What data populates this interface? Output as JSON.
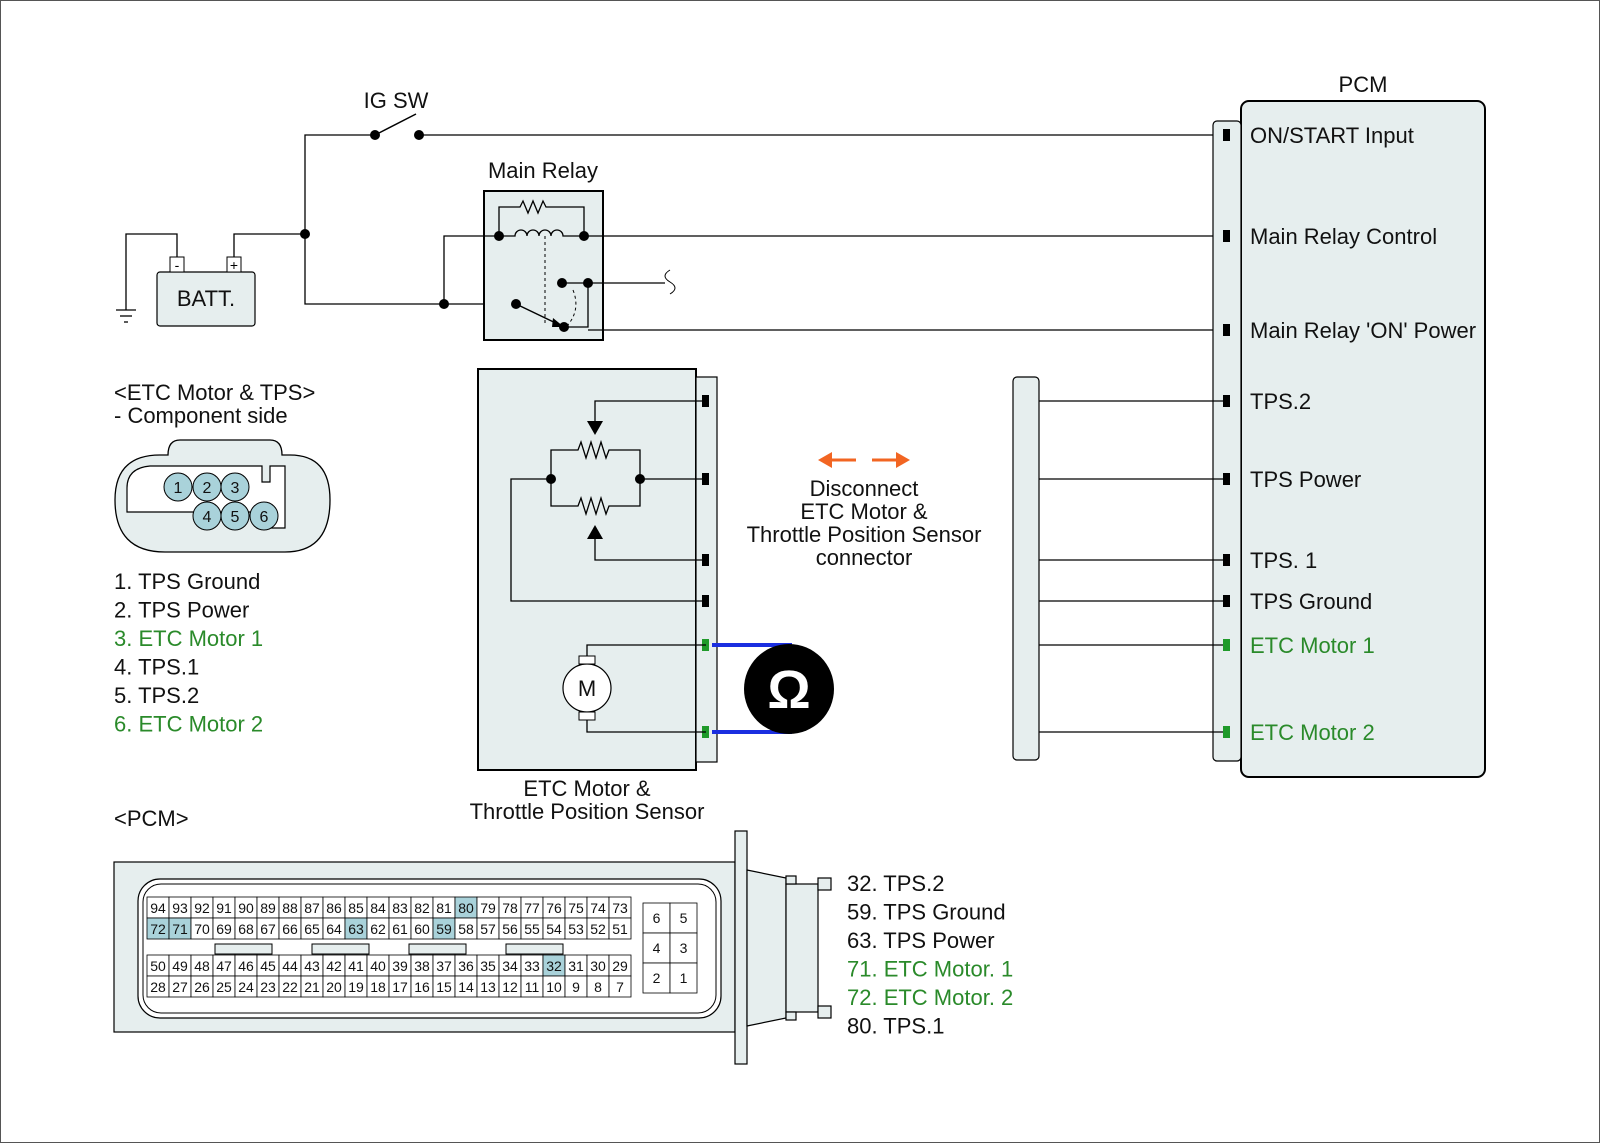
{
  "title": "",
  "labels": {
    "ig_sw": "IG SW",
    "main_relay": "Main Relay",
    "batt": "BATT.",
    "batt_minus": "-",
    "batt_plus": "+",
    "pcm": "PCM",
    "motor": "M",
    "ohm": "Ω",
    "component_title": "<ETC Motor & TPS>",
    "component_sub": "- Component side",
    "etc_caption_1": "ETC Motor &",
    "etc_caption_2": "Throttle Position Sensor",
    "disconnect_1": "Disconnect",
    "disconnect_2": "ETC Motor &",
    "disconnect_3": "Throttle Position Sensor",
    "disconnect_4": "connector",
    "pcm_title": "<PCM>"
  },
  "pcm_pins": [
    {
      "label": "ON/START Input",
      "color": "#111111"
    },
    {
      "label": "Main Relay Control",
      "color": "#111111"
    },
    {
      "label": "Main Relay 'ON' Power",
      "color": "#111111"
    },
    {
      "label": "TPS.2",
      "color": "#111111"
    },
    {
      "label": "TPS Power",
      "color": "#111111"
    },
    {
      "label": "TPS. 1",
      "color": "#111111"
    },
    {
      "label": "TPS Ground",
      "color": "#111111"
    },
    {
      "label": "ETC Motor 1",
      "color": "#2a8a2a"
    },
    {
      "label": "ETC Motor 2",
      "color": "#2a8a2a"
    }
  ],
  "tps_pin_numbers": [
    "1",
    "2",
    "3",
    "4",
    "5",
    "6"
  ],
  "tps_pin_list": [
    {
      "text": "1. TPS Ground",
      "color": "#111111"
    },
    {
      "text": "2. TPS Power",
      "color": "#111111"
    },
    {
      "text": "3. ETC Motor 1",
      "color": "#2a8a2a"
    },
    {
      "text": "4. TPS.1",
      "color": "#111111"
    },
    {
      "text": "5. TPS.2",
      "color": "#111111"
    },
    {
      "text": "6. ETC Motor 2",
      "color": "#2a8a2a"
    }
  ],
  "pcm_connector": {
    "row1": [
      "94",
      "93",
      "92",
      "91",
      "90",
      "89",
      "88",
      "87",
      "86",
      "85",
      "84",
      "83",
      "82",
      "81",
      "80",
      "79",
      "78",
      "77",
      "76",
      "75",
      "74",
      "73"
    ],
    "row2": [
      "72",
      "71",
      "70",
      "69",
      "68",
      "67",
      "66",
      "65",
      "64",
      "63",
      "62",
      "61",
      "60",
      "59",
      "58",
      "57",
      "56",
      "55",
      "54",
      "53",
      "52",
      "51"
    ],
    "row3": [
      "50",
      "49",
      "48",
      "47",
      "46",
      "45",
      "44",
      "43",
      "42",
      "41",
      "40",
      "39",
      "38",
      "37",
      "36",
      "35",
      "34",
      "33",
      "32",
      "31",
      "30",
      "29"
    ],
    "row4": [
      "28",
      "27",
      "26",
      "25",
      "24",
      "23",
      "22",
      "21",
      "20",
      "19",
      "18",
      "17",
      "16",
      "15",
      "14",
      "13",
      "12",
      "11",
      "10",
      "9",
      "8",
      "7"
    ],
    "small": [
      "6",
      "5",
      "4",
      "3",
      "2",
      "1"
    ],
    "highlighted": [
      "80",
      "72",
      "71",
      "63",
      "59",
      "32"
    ]
  },
  "pcm_pin_list": [
    {
      "text": "32. TPS.2",
      "color": "#111111"
    },
    {
      "text": "59. TPS Ground",
      "color": "#111111"
    },
    {
      "text": "63. TPS Power",
      "color": "#111111"
    },
    {
      "text": "71. ETC Motor. 1",
      "color": "#2a8a2a"
    },
    {
      "text": "72. ETC Motor. 2",
      "color": "#2a8a2a"
    },
    {
      "text": "80. TPS.1",
      "color": "#111111"
    }
  ],
  "colors": {
    "box_fill": "#e6eeee",
    "highlight": "#a9d2da",
    "green_pin": "#1f9a2a",
    "probe_wire": "#1a2ee0",
    "arrow": "#f26522"
  }
}
